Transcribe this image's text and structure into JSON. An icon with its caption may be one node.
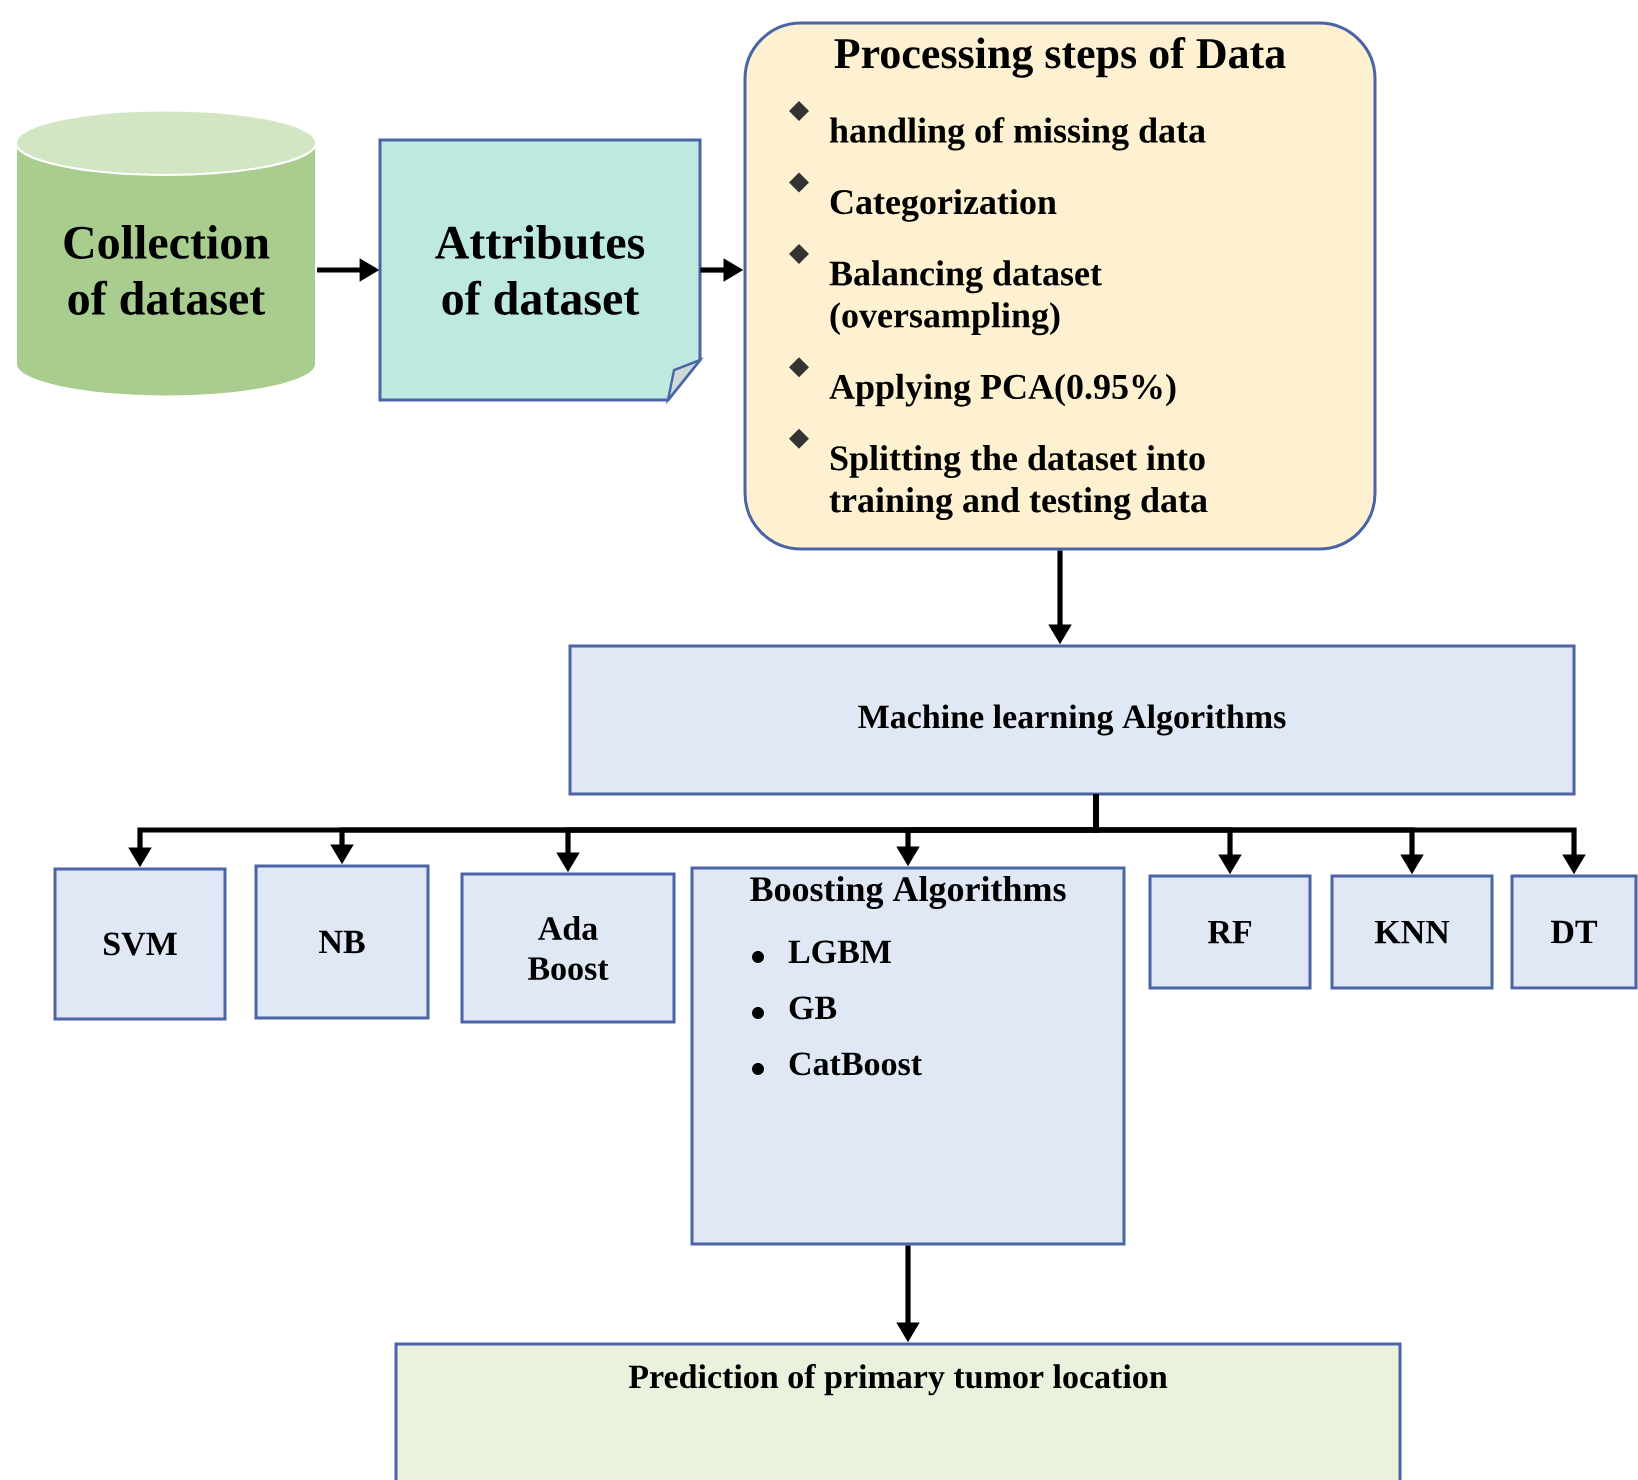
{
  "diagram": {
    "nodes": [
      {
        "text": [
          "Collection of dataset"
        ]
      },
      {
        "text": [
          "Attributes of dataset"
        ]
      },
      {
        "text": [
          "Processing steps of Data",
          "handling of missing data",
          "Categorization",
          "Balancing dataset (oversampling)",
          "Applying PCA(0.95%)",
          "Splitting the dataset into training and testing data"
        ]
      },
      {
        "text": [
          "Machine learning Algorithms"
        ]
      },
      {
        "text": [
          "SVM"
        ]
      },
      {
        "text": [
          "NB"
        ]
      },
      {
        "text": [
          "Ada Boost"
        ]
      },
      {
        "text": [
          "Boosting Algorithms",
          "LGBM",
          "GB",
          "CatBoost"
        ]
      },
      {
        "text": [
          "RF"
        ]
      },
      {
        "text": [
          "KNN"
        ]
      },
      {
        "text": [
          "DT"
        ]
      },
      {
        "text": [
          "Prediction of primary tumor location"
        ]
      }
    ],
    "edges": [
      {
        "from": 0,
        "to": 1,
        "arrow": "to"
      },
      {
        "from": 1,
        "to": 2,
        "arrow": "to"
      },
      {
        "from": 2,
        "to": 3,
        "arrow": "to"
      },
      {
        "from": 3,
        "to": 4,
        "arrow": "to"
      },
      {
        "from": 3,
        "to": 5,
        "arrow": "to"
      },
      {
        "from": 3,
        "to": 6,
        "arrow": "to"
      },
      {
        "from": 3,
        "to": 7,
        "arrow": "to"
      },
      {
        "from": 3,
        "to": 8,
        "arrow": "to"
      },
      {
        "from": 3,
        "to": 9,
        "arrow": "to"
      },
      {
        "from": 3,
        "to": 10,
        "arrow": "to"
      },
      {
        "from": 7,
        "to": 11,
        "arrow": "to"
      }
    ]
  }
}
